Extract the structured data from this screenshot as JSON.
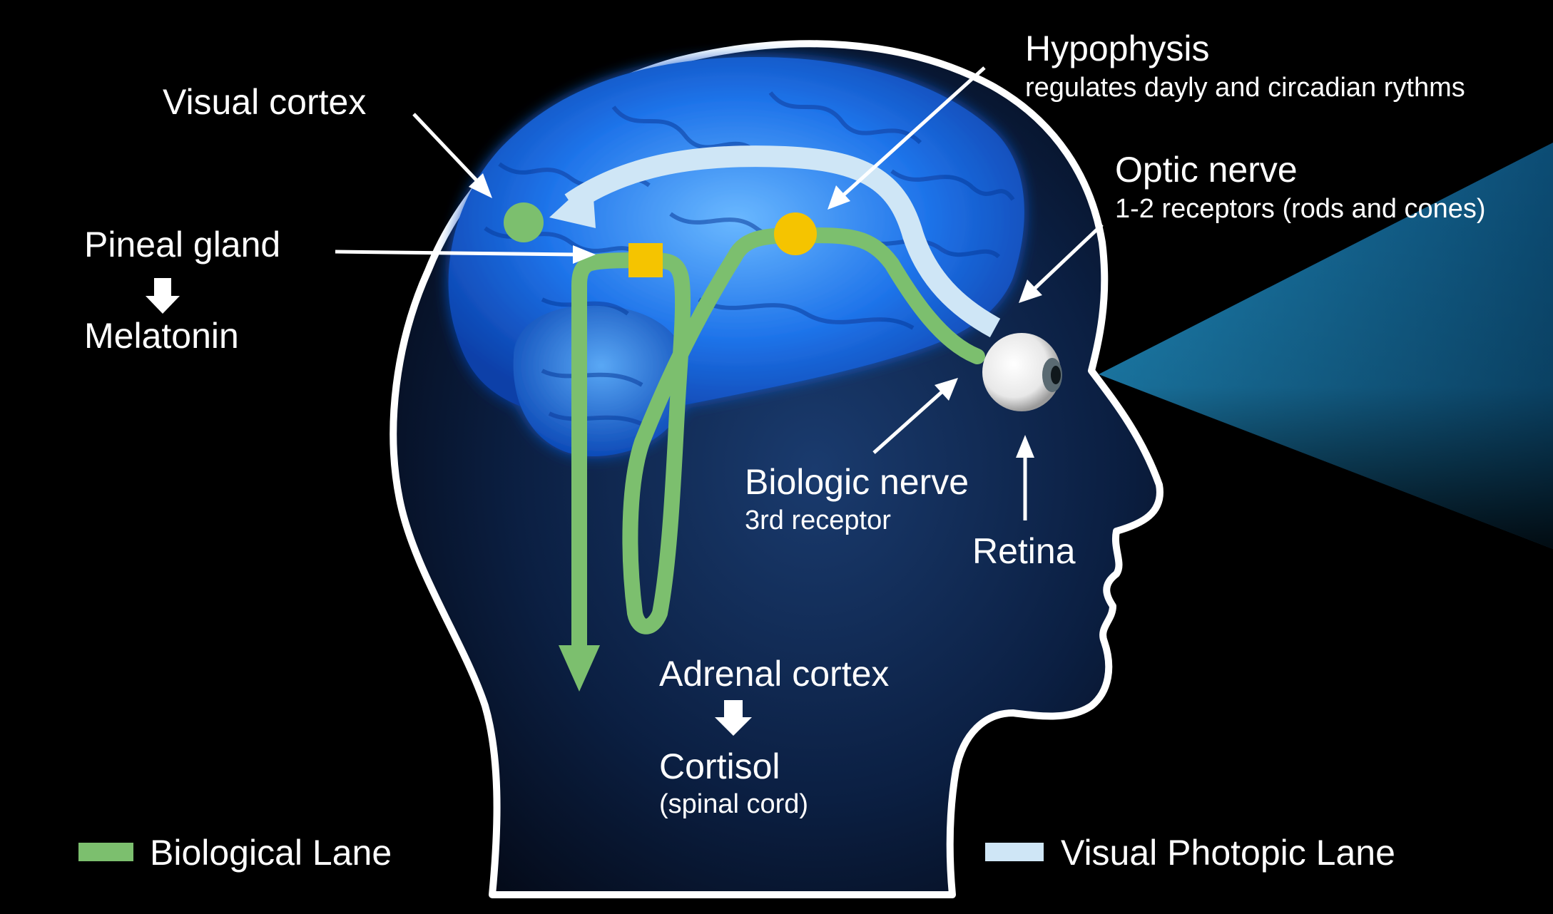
{
  "labels": {
    "visual_cortex": "Visual cortex",
    "hypophysis": "Hypophysis",
    "hypophysis_sub": "regulates dayly and circadian rythms",
    "optic_nerve": "Optic nerve",
    "optic_nerve_sub": "1-2 receptors (rods and cones)",
    "pineal_gland": "Pineal gland",
    "melatonin": "Melatonin",
    "biologic_nerve": "Biologic nerve",
    "biologic_nerve_sub": "3rd receptor",
    "retina": "Retina",
    "adrenal_cortex": "Adrenal cortex",
    "cortisol": "Cortisol",
    "cortisol_sub": "(spinal cord)"
  },
  "legend": {
    "biological": "Biological Lane",
    "visual": "Visual Photopic Lane"
  },
  "colors": {
    "biological_lane": "#7cbf6e",
    "visual_lane": "#cfe6f6",
    "pineal_marker": "#f5c400",
    "hypophysis_marker": "#f5c400",
    "visual_cortex_marker": "#7cbf6e",
    "light_cone": "#1b7aa8",
    "brain": "#1e6fe6",
    "head_outline": "#ffffff"
  }
}
